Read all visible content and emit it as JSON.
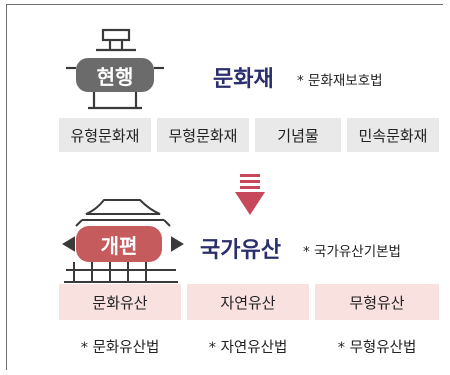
{
  "current": {
    "badge": "현행",
    "title": "문화재",
    "law_note": "* 문화재보호법",
    "categories": [
      "유형문화재",
      "무형문화재",
      "기념물",
      "민속문화재"
    ]
  },
  "revised": {
    "badge": "개편",
    "title": "국가유산",
    "law_note": "* 국가유산기본법",
    "categories": [
      "문화유산",
      "자연유산",
      "무형유산"
    ],
    "laws": [
      "* 문화유산법",
      "* 자연유산법",
      "* 무형유산법"
    ]
  },
  "colors": {
    "current_badge": "#6b6b6b",
    "revised_badge": "#c65b5e",
    "title_text": "#2a2f6d",
    "arrow": "#c6485a",
    "current_boxes": "#e9e9e9",
    "revised_boxes": "#f8e1df"
  },
  "icons": [
    "stone-lantern-icon",
    "down-arrow-icon",
    "korean-gate-icon"
  ]
}
